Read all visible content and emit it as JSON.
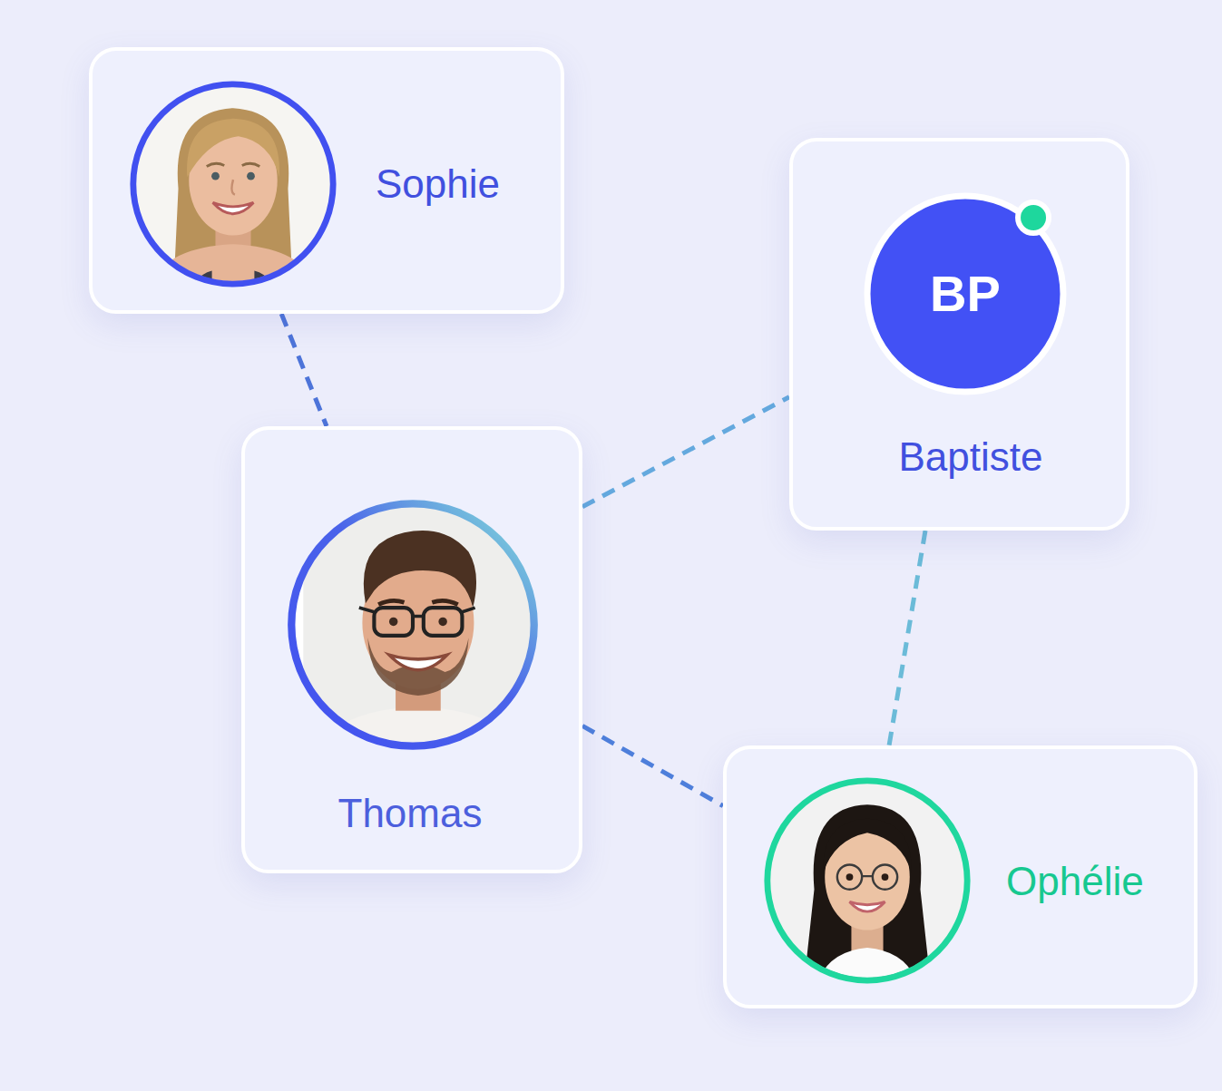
{
  "diagram": {
    "nodes": [
      {
        "text": [
          "Sophie"
        ]
      },
      {
        "text": [
          "Baptiste"
        ]
      },
      {
        "text": [
          "BP"
        ],
        "in": 1
      },
      {
        "text": [
          "Thomas"
        ]
      },
      {
        "text": [
          "Ophélie"
        ]
      }
    ],
    "edges": [
      {
        "from": 0,
        "to": 3,
        "arrow": "none"
      },
      {
        "from": 3,
        "to": 1,
        "arrow": "none"
      },
      {
        "from": 3,
        "to": 4,
        "arrow": "none"
      },
      {
        "from": 1,
        "to": 4,
        "arrow": "none"
      }
    ]
  }
}
